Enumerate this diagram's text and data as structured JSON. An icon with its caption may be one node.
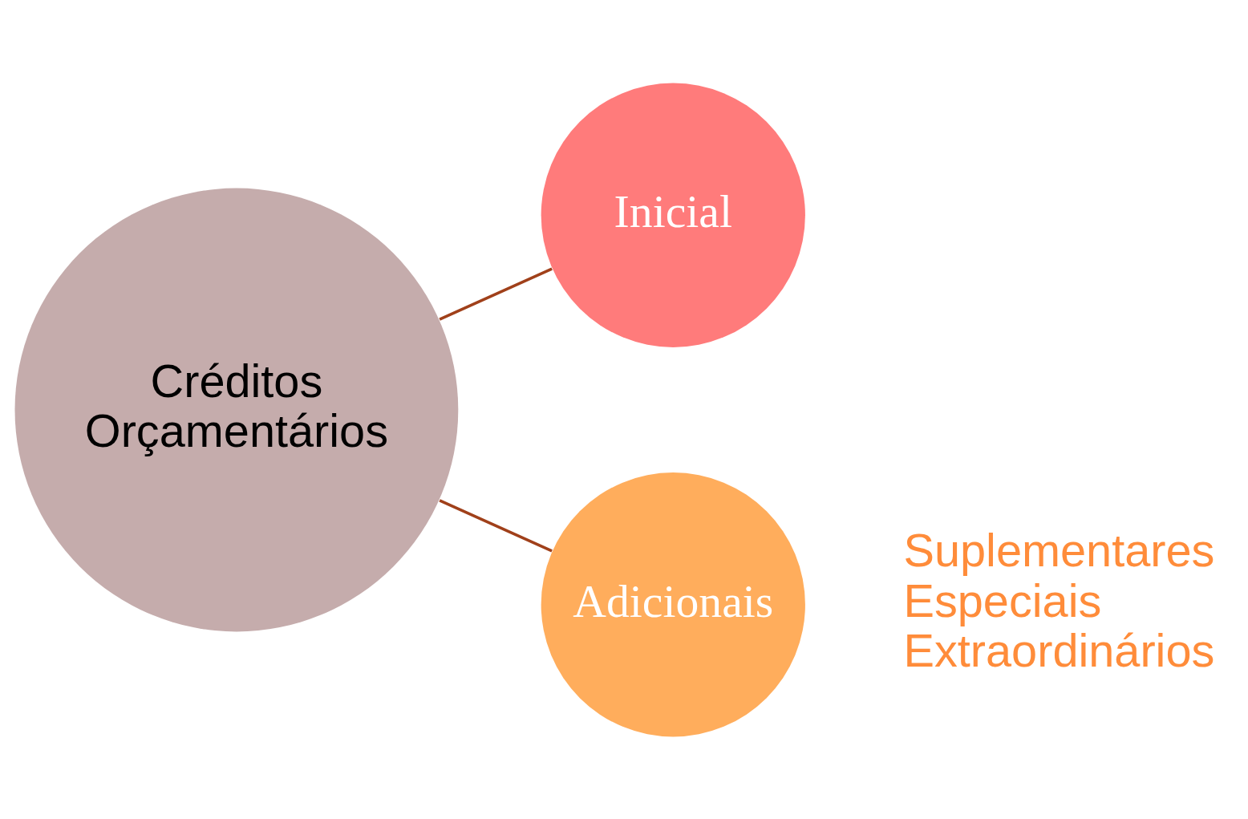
{
  "diagram": {
    "nodes": [
      {
        "text": [
          "Créditos Orçamentários"
        ]
      },
      {
        "text": [
          "Inicial"
        ]
      },
      {
        "text": [
          "Adicionais"
        ],
        "beside": [
          "Suplementares",
          "Especiais",
          "Extraordinários"
        ]
      }
    ],
    "edges": [
      {
        "from": 0,
        "to": 1,
        "arrow": "none"
      },
      {
        "from": 0,
        "to": 2,
        "arrow": "none"
      }
    ]
  }
}
